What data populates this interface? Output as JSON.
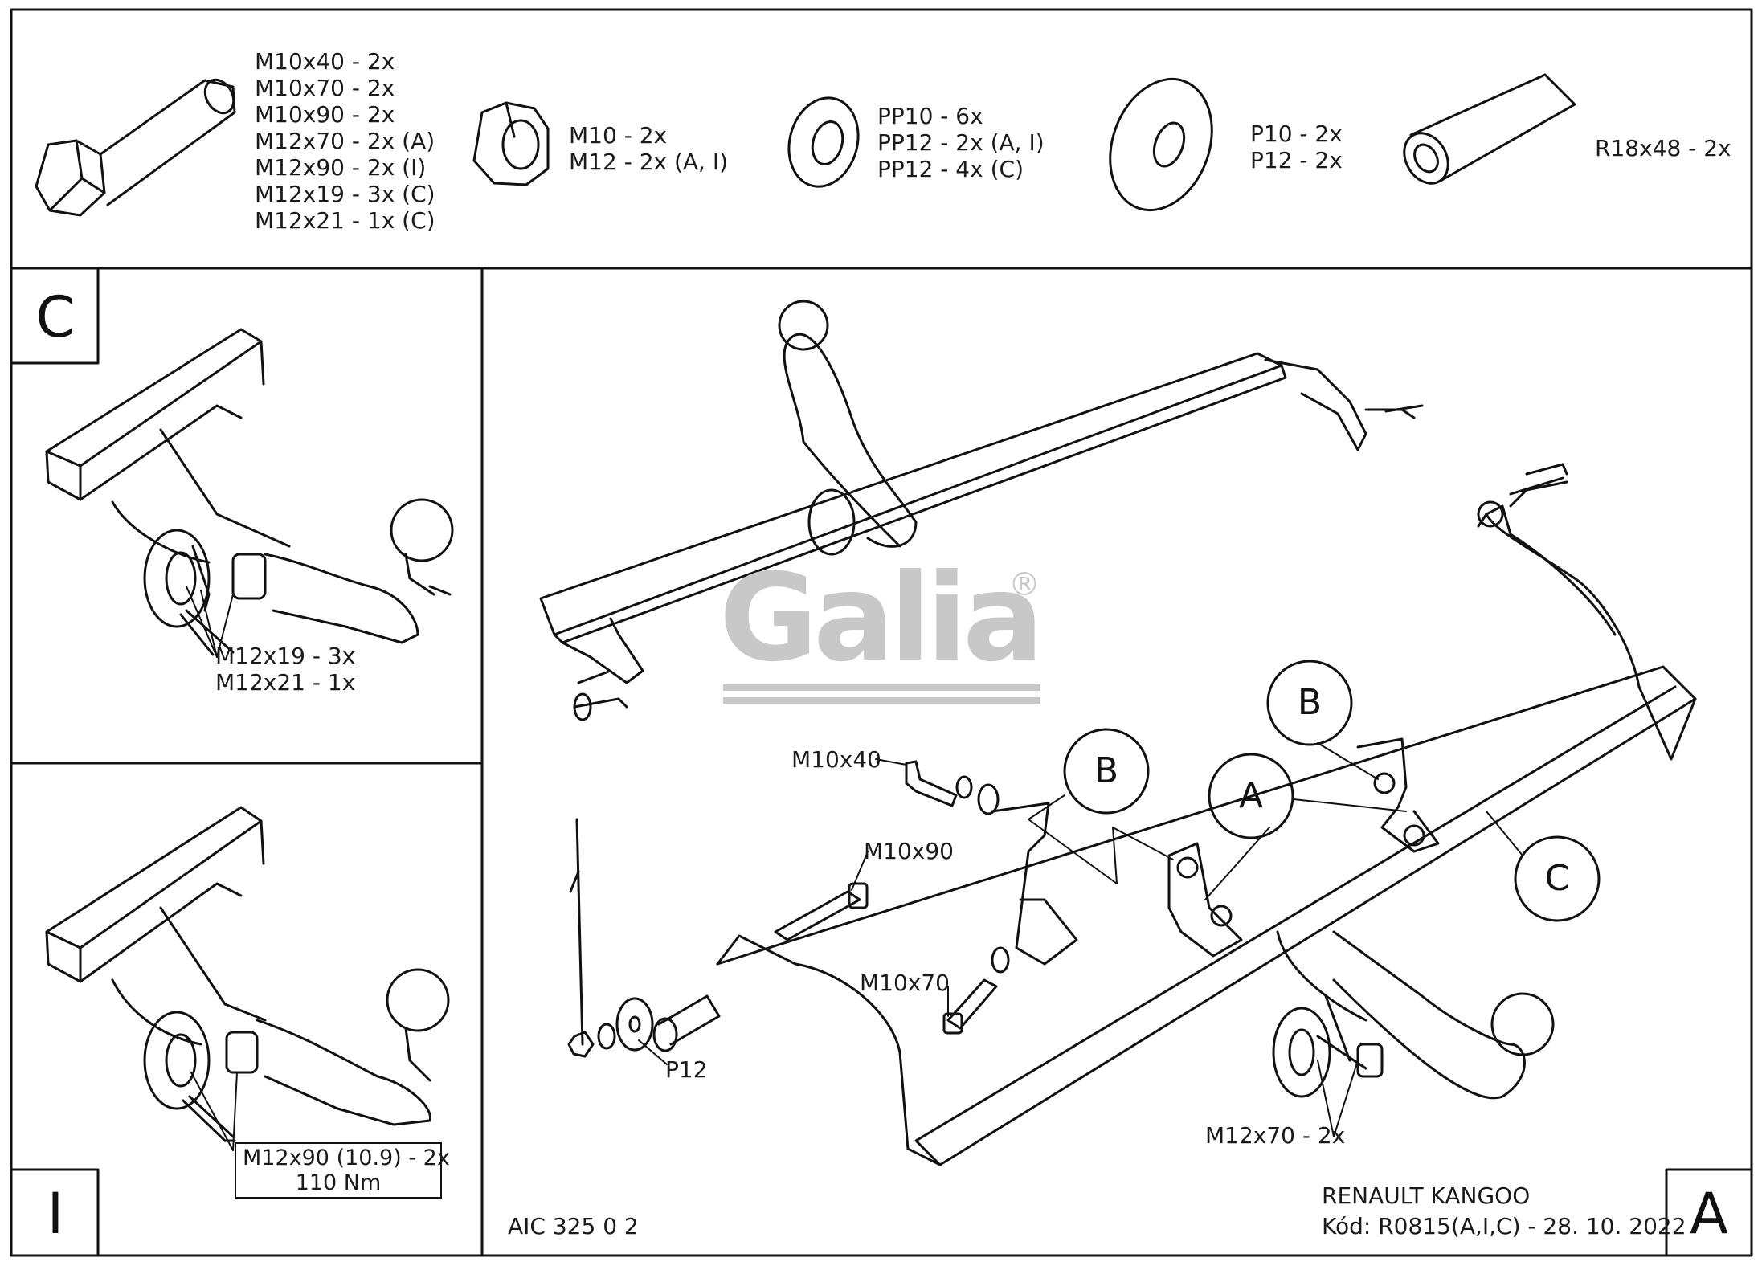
{
  "top_parts": {
    "bolts": [
      "M10x40 - 2x",
      "M10x70 - 2x",
      "M10x90 - 2x",
      "M12x70 - 2x (A)",
      "M12x90 - 2x (I)",
      "M12x19 - 3x (C)",
      "M12x21 - 1x (C)"
    ],
    "nuts": [
      "M10 - 2x",
      "M12 - 2x (A, I)"
    ],
    "spring_washers": [
      "PP10 - 6x",
      "PP12 - 2x (A, I)",
      "PP12 - 4x (C)"
    ],
    "flat_washers": [
      "P10 - 2x",
      "P12 - 2x"
    ],
    "spacer": [
      "R18x48 - 2x"
    ]
  },
  "panel_c": {
    "letter": "C",
    "callout_lines": [
      "M12x19 - 3x",
      "M12x21 - 1x"
    ]
  },
  "panel_i": {
    "letter": "I",
    "callout_lines": [
      "M12x90 (10.9) - 2x",
      "110 Nm"
    ]
  },
  "panel_a": {
    "letter": "A",
    "labels": {
      "m10x40": "M10x40",
      "m10x90": "M10x90",
      "m10x70": "M10x70",
      "p12": "P12",
      "m12x70": "M12x70 - 2x"
    },
    "circle_b1": "B",
    "circle_b2": "B",
    "circle_a": "A",
    "circle_c": "C",
    "watermark": "Galia",
    "watermark_mark": "®",
    "drawing_code": "AIC 325 0 2",
    "vehicle": "RENAULT KANGOO",
    "code_line": "Kód: R0815(A,I,C) - 28. 10. 2022"
  }
}
